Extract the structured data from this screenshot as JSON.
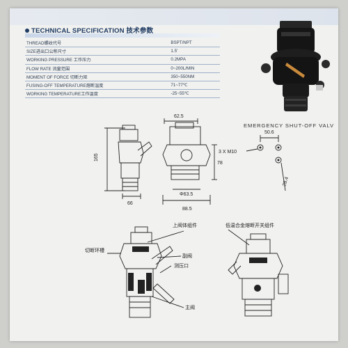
{
  "header": {
    "title": "TECHNICAL SPECIFICATION 技术参数"
  },
  "spec_rows": [
    {
      "label": "THREAD螺纹代号",
      "value": "BSPT/NPT"
    },
    {
      "label": "SIZE进出口公称尺寸",
      "value": "1.5'"
    },
    {
      "label": "WORKING PRESSURE 工作压力",
      "value": "0.2MPA"
    },
    {
      "label": "FLOW RATE 流量范围",
      "value": "0~200L/MIN"
    },
    {
      "label": "MOMENT OF FORCE 切断力矩",
      "value": "350~550NM"
    },
    {
      "label": "FUSING-OFF TEMPERATURE熔断温度",
      "value": "71~77℃"
    },
    {
      "label": "WORKING TEMPERATURE工作温度",
      "value": "-25~55℃"
    }
  ],
  "photo": {
    "caption": "EMERGENCY SHUT-OFF VALV"
  },
  "dimensions": {
    "side_height": "165",
    "side_width": "66",
    "front_top": "62.5",
    "front_height": "78",
    "front_dia": "Φ63.5",
    "front_width": "88.5",
    "bolt_label": "3 X M10",
    "bolt_width": "50.6",
    "bolt_height": "28.4"
  },
  "callouts": {
    "upper_valve": "上阀体组件",
    "cut_ring": "切断环槽",
    "aux_valve": "副阀",
    "test_port": "测压口",
    "main_valve": "主阀",
    "fuse_switch": "低温合金熔断开关组件"
  },
  "colors": {
    "heading": "#1f3b63",
    "rule": "#9fb0c8",
    "valve_body": "#1c1c1c",
    "lever": "#c98a3c"
  }
}
